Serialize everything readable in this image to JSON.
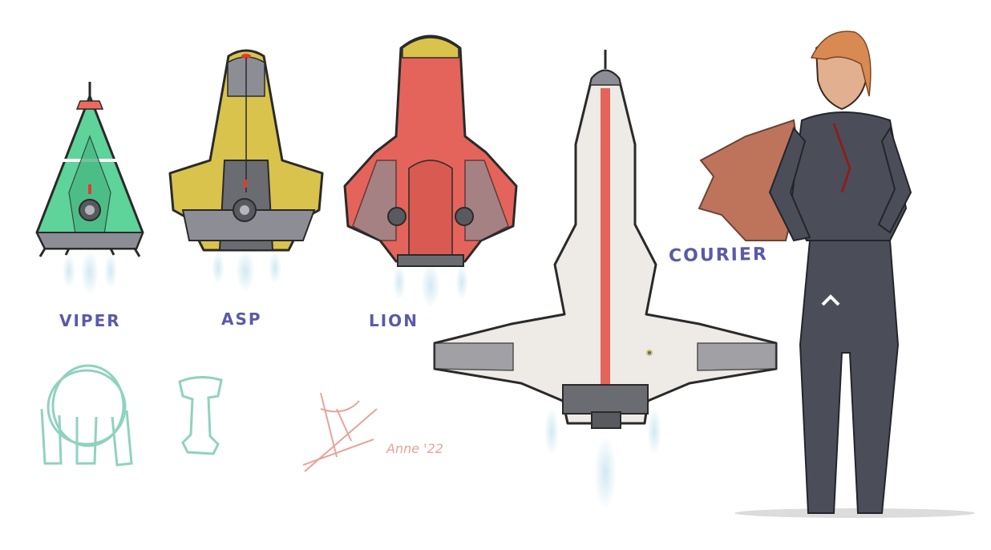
{
  "ships": [
    {
      "label": "Viper",
      "hull_color": "#5ed39a",
      "accent_color": "#f06a5c"
    },
    {
      "label": "Asp",
      "hull_color": "#d9c34c",
      "accent_color": "#8d8e95"
    },
    {
      "label": "Lion",
      "hull_color": "#e4645b",
      "accent_color": "#d9c34c"
    },
    {
      "label": "",
      "hull_color": "#eeeae6",
      "accent_color": "#e4645b"
    }
  ],
  "character": {
    "label": "Courier",
    "hair_color": "#d98a53",
    "suit_color": "#4b4e58",
    "cape_color": "#b8664a"
  },
  "signature": {
    "text": "Anne",
    "year": "'22",
    "color": "#e6a49b"
  },
  "colors": {
    "label_ink": "#5a5aa8",
    "sketch_teal": "#8fd2c0",
    "outline": "#2a2a2a",
    "thruster_glow": "#cfe8f1"
  },
  "icons": [
    "viper-ship-icon",
    "asp-ship-icon",
    "lion-ship-icon",
    "courier-ship-icon",
    "courier-character-figure",
    "helmet-sketch-icon",
    "pillar-sketch-icon",
    "artist-signature-mark"
  ]
}
